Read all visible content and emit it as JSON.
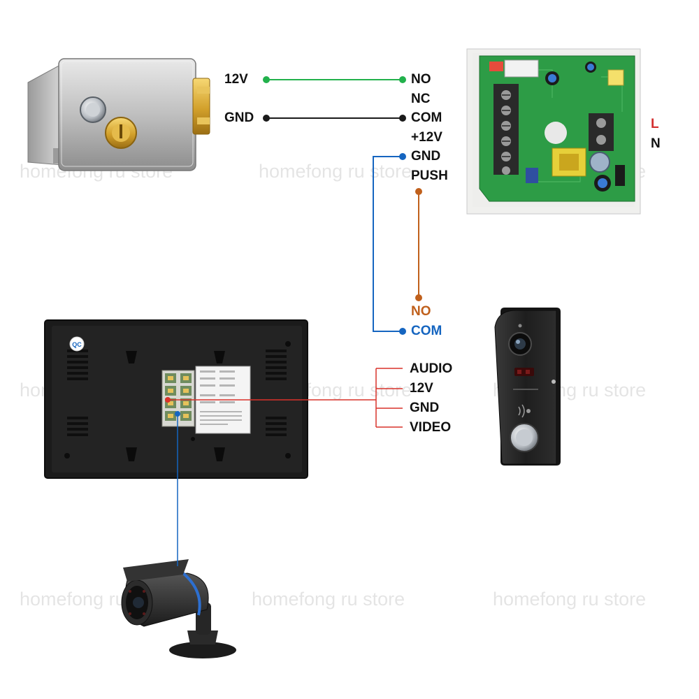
{
  "lock_wires": {
    "left": [
      "12V",
      "GND"
    ],
    "right": [
      "NO",
      "NC",
      "COM",
      "+12V",
      "GND",
      "PUSH"
    ]
  },
  "power_input": [
    "L",
    "N"
  ],
  "relay": [
    "NO",
    "COM"
  ],
  "door_station_wires": [
    "AUDIO",
    "12V",
    "GND",
    "VIDEO"
  ],
  "watermark": "homefong ru store",
  "monitor_badge": "QC",
  "colors": {
    "power_12v": "#22b14c",
    "ground": "#1a1a1a",
    "gnd_com": "#1565c0",
    "push_no": "#c0601c",
    "video_bus": "#d9322a",
    "camera": "#1565c0",
    "live": "#d32f2f"
  }
}
